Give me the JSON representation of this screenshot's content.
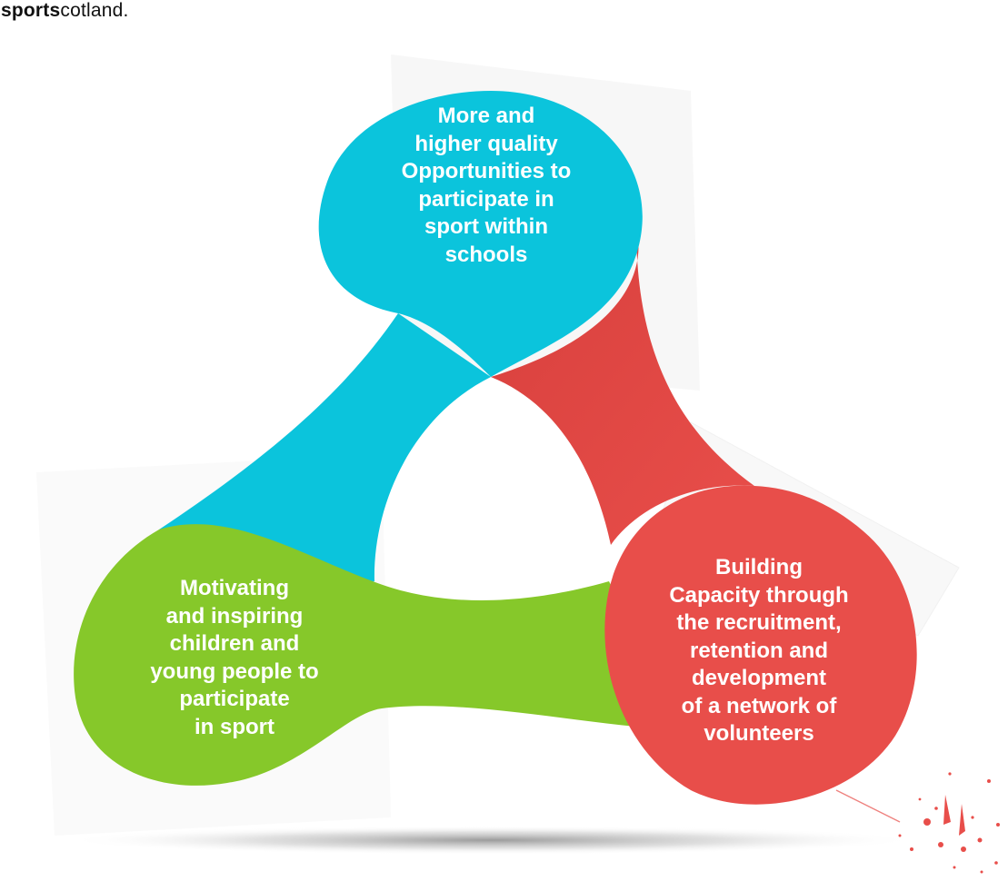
{
  "brand": {
    "bold": "sports",
    "rest": "cotland."
  },
  "colors": {
    "cyan": "#0bc4dc",
    "red": "#e84e4a",
    "green": "#86c82a",
    "text": "#ffffff"
  },
  "nodes": [
    {
      "id": "top",
      "color": "cyan",
      "lines": [
        "More and",
        "higher quality",
        "Opportunities to",
        "participate in",
        "sport within",
        "schools"
      ]
    },
    {
      "id": "left",
      "color": "green",
      "lines": [
        "Motivating",
        "and inspiring",
        "children and",
        "young people to",
        "participate",
        "in sport"
      ]
    },
    {
      "id": "right",
      "color": "red",
      "lines": [
        "Building",
        "Capacity through",
        "the recruitment,",
        "retention and",
        "development",
        "of a network of",
        "volunteers"
      ]
    }
  ]
}
